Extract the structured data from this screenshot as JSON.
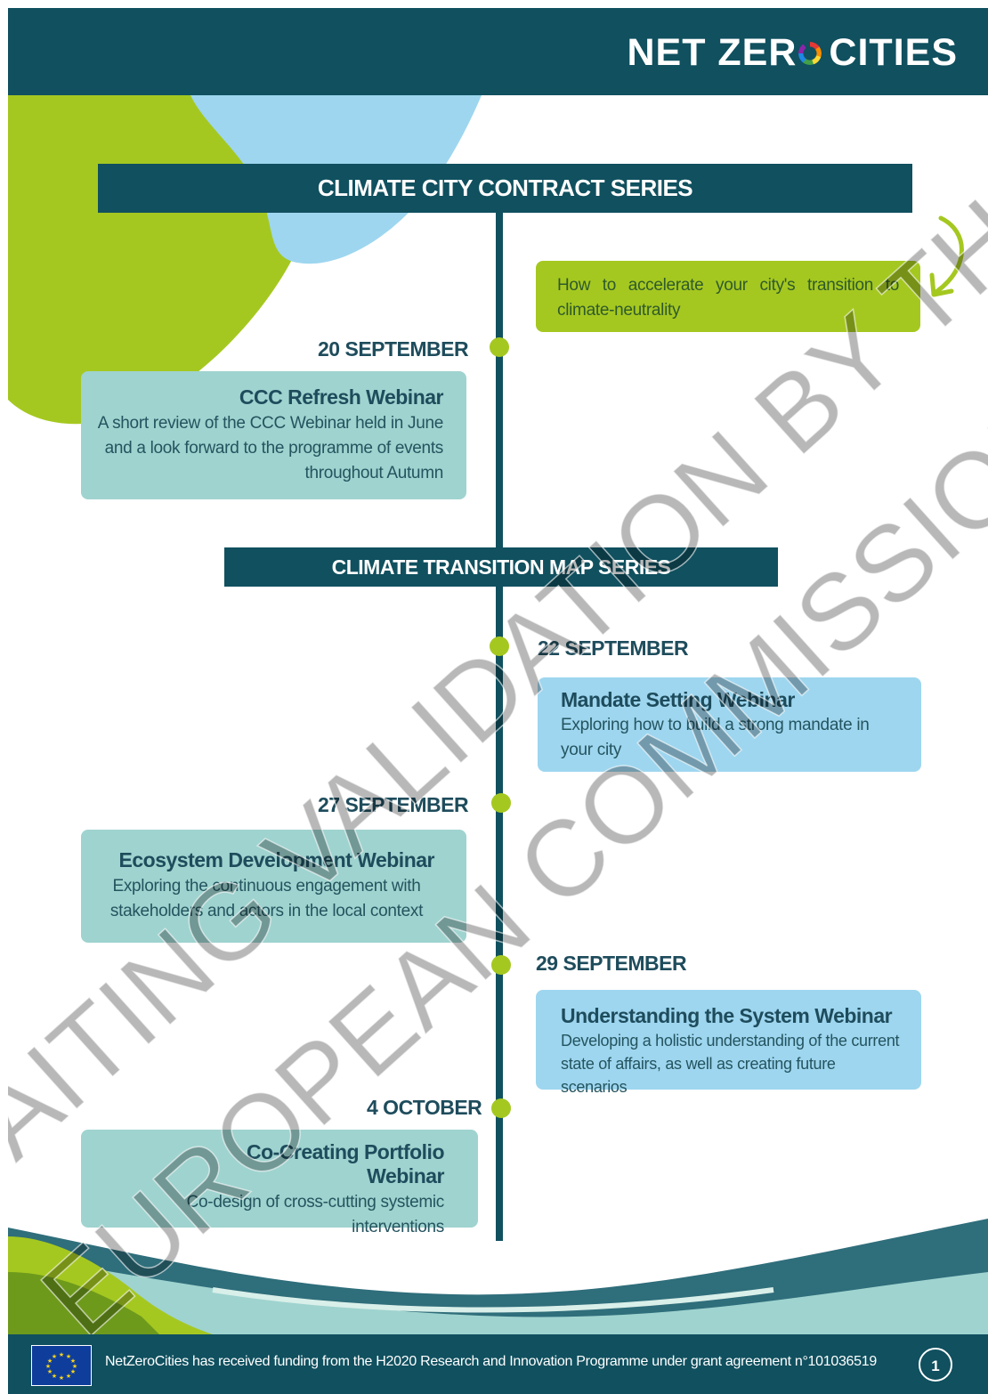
{
  "header": {
    "logo_part1": "NET ZER",
    "logo_part2": "CITIES"
  },
  "series": [
    {
      "label": "CLIMATE CITY CONTRACT SERIES"
    },
    {
      "label": "CLIMATE TRANSITION MAP SERIES"
    }
  ],
  "callout": {
    "text": "How to accelerate your city's transition to climate-neutrality"
  },
  "events": [
    {
      "date": "20 SEPTEMBER",
      "title": "CCC Refresh Webinar",
      "desc": "A short review of the CCC Webinar held in June and a look forward to the programme of events throughout Autumn"
    },
    {
      "date": "22 SEPTEMBER",
      "title": "Mandate Setting Webinar",
      "desc": "Exploring how to build a strong mandate in your city"
    },
    {
      "date": "27 SEPTEMBER",
      "title": "Ecosystem Development Webinar",
      "desc": "Exploring the continuous engagement with stakeholders and actors in the local context"
    },
    {
      "date": "29 SEPTEMBER",
      "title": "Understanding the System Webinar",
      "desc": "Developing a holistic understanding of the current state of affairs, as well as creating future scenarios"
    },
    {
      "date": "4 OCTOBER",
      "title": "Co-Creating Portfolio Webinar",
      "desc": "Co-design of cross-cutting systemic interventions"
    }
  ],
  "watermark": {
    "line1": "AWAITING VALIDATION BY THE",
    "line2": "EUROPEAN COMMISSION"
  },
  "footer": {
    "text": "NetZeroCities has received funding from the H2020 Research and Innovation Programme under grant agreement n°101036519",
    "page_number": "1"
  },
  "colors": {
    "dark_teal": "#10505f",
    "lime": "#a5c820",
    "teal_card": "#9fd3cf",
    "blue_card": "#9ed6ef"
  }
}
